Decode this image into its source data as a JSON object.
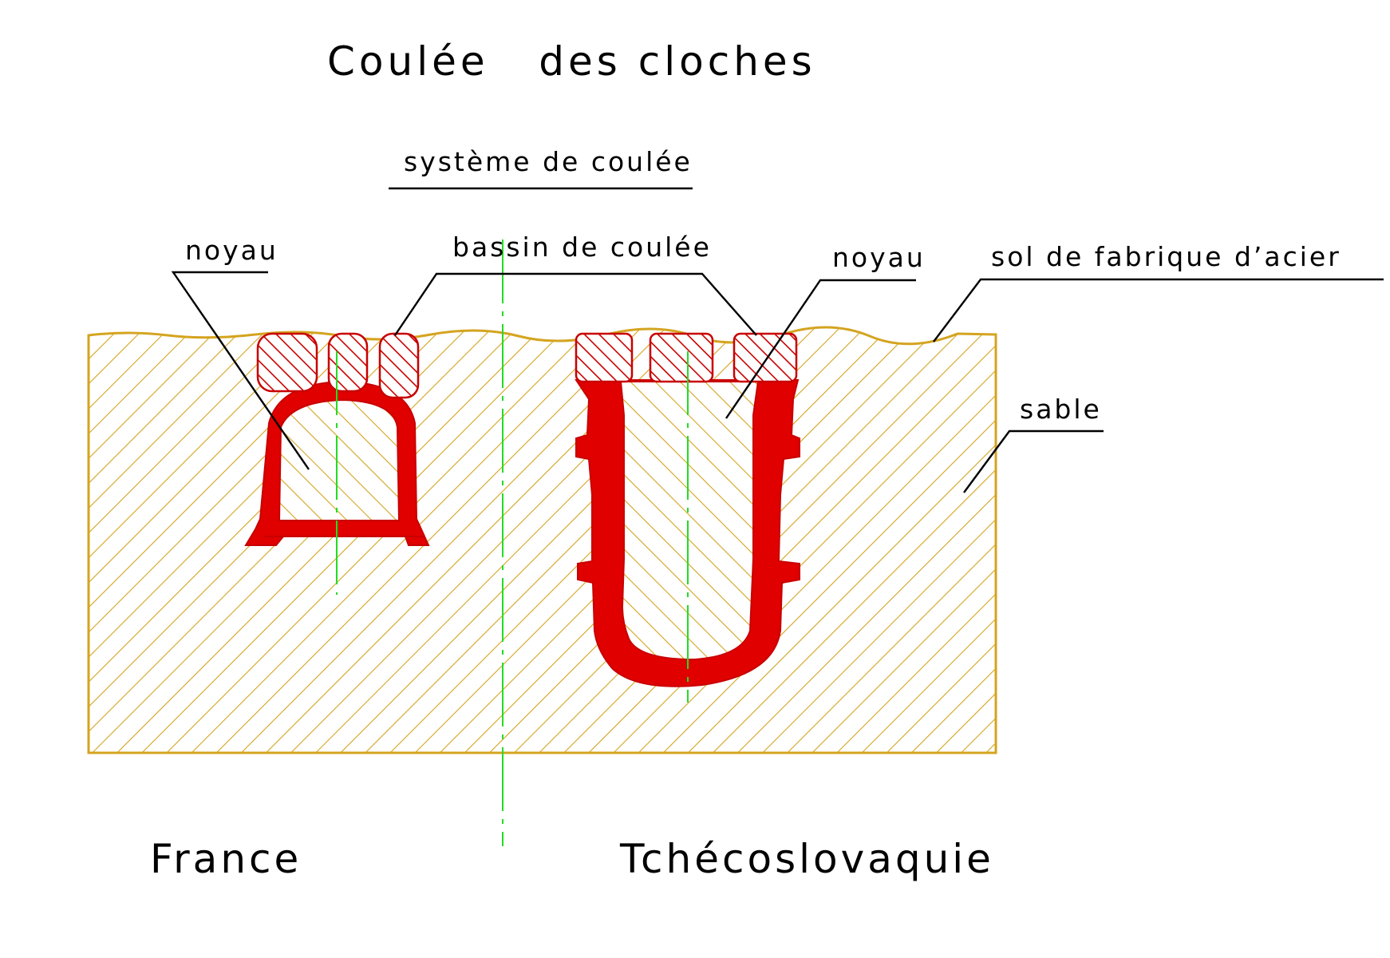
{
  "title": "Coulée   des cloches",
  "labels": {
    "gating_system": "système de coulée",
    "pouring_basin": "bassin de coulée",
    "core_left": "noyau",
    "core_right": "noyau",
    "foundry_floor": "sol de fabrique d’acier",
    "sand": "sable"
  },
  "captions": {
    "left": "France",
    "right": "Tchécoslovaquie"
  },
  "colors": {
    "sand": "#d4a420",
    "metal": "#e00000",
    "risers_hatch": "#c80000",
    "axis": "#22dd22",
    "text": "#000000"
  }
}
